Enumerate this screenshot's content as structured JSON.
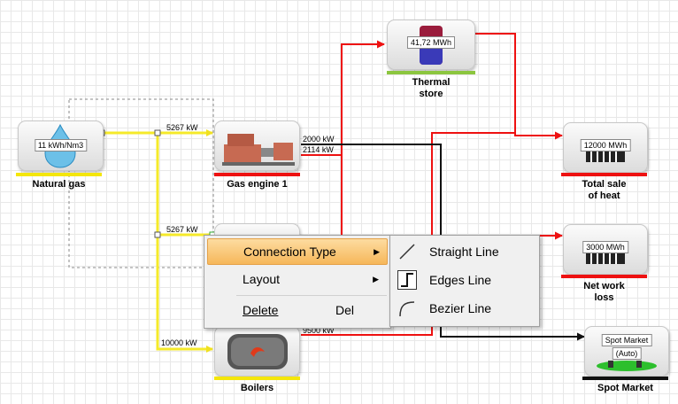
{
  "nodes": {
    "natural_gas": {
      "value": "11 kWh/Nm3",
      "label": "Natural gas",
      "bar_color": "#f4e60a"
    },
    "gas_engine": {
      "label": "Gas engine 1",
      "bar_color": "#ee1111"
    },
    "thermal_store": {
      "value": "41,72 MWh",
      "label_line1": "Thermal",
      "label_line2": "store",
      "bar_color": "#8cc63f"
    },
    "total_sale": {
      "value": "12000 MWh",
      "label_line1": "Total sale",
      "label_line2": "of heat",
      "bar_color": "#ee1111"
    },
    "net_loss": {
      "value": "3000 MWh",
      "label_line1": "Net work",
      "label_line2": "loss",
      "bar_color": "#ee1111"
    },
    "boilers": {
      "label": "Boilers",
      "bar_color": "#f4e60a"
    },
    "spot_market": {
      "value_line1": "Spot Market",
      "value_line2": "(Auto)",
      "label": "Spot Market",
      "bar_color": "#111111"
    }
  },
  "flows": {
    "gas_to_engine": "5267 kW",
    "gas_to_second": "5267 kW",
    "gas_to_boilers": "10000 kW",
    "engine_power": "2000 kW",
    "engine_heat": "2114 kW",
    "boilers_heat": "9500 kW"
  },
  "context_menu": {
    "connection_type": "Connection Type",
    "layout": "Layout",
    "delete": "Delete",
    "delete_shortcut": "Del"
  },
  "submenu": {
    "straight": "Straight Line",
    "edges": "Edges Line",
    "bezier": "Bezier Line"
  },
  "colors": {
    "gas_wire": "#f5ea2a",
    "heat_wire": "#ee1111",
    "power_wire": "#111111",
    "menu_highlight": "#f6b75a"
  }
}
